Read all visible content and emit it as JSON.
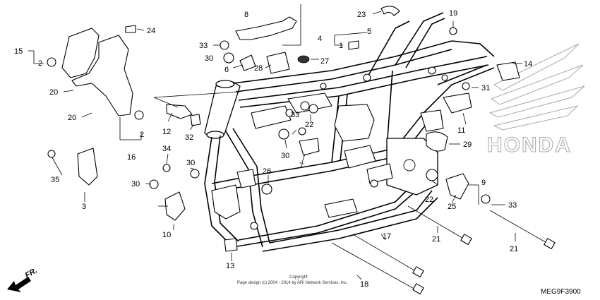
{
  "diagram_code": "MEG9F3900",
  "copyright_line1": "Copyright",
  "copyright_line2": "Page design (c) 2004 - 2014 by ARI Network Services, Inc.",
  "brand_watermark": "HONDA",
  "direction_label": "FR.",
  "callouts": [
    {
      "id": "c1",
      "text": "1"
    },
    {
      "id": "c2a",
      "text": "2"
    },
    {
      "id": "c2b",
      "text": "2"
    },
    {
      "id": "c3",
      "text": "3"
    },
    {
      "id": "c4",
      "text": "4"
    },
    {
      "id": "c5",
      "text": "5"
    },
    {
      "id": "c6",
      "text": "6"
    },
    {
      "id": "c7",
      "text": "7"
    },
    {
      "id": "c8",
      "text": "8"
    },
    {
      "id": "c9",
      "text": "9"
    },
    {
      "id": "c10",
      "text": "10"
    },
    {
      "id": "c11",
      "text": "11"
    },
    {
      "id": "c12",
      "text": "12"
    },
    {
      "id": "c13",
      "text": "13"
    },
    {
      "id": "c14",
      "text": "14"
    },
    {
      "id": "c15",
      "text": "15"
    },
    {
      "id": "c16",
      "text": "16"
    },
    {
      "id": "c17",
      "text": "17"
    },
    {
      "id": "c18",
      "text": "18"
    },
    {
      "id": "c19",
      "text": "19"
    },
    {
      "id": "c20a",
      "text": "20"
    },
    {
      "id": "c20b",
      "text": "20"
    },
    {
      "id": "c21a",
      "text": "21"
    },
    {
      "id": "c21b",
      "text": "21"
    },
    {
      "id": "c22a",
      "text": "22"
    },
    {
      "id": "c22b",
      "text": "22"
    },
    {
      "id": "c23",
      "text": "23"
    },
    {
      "id": "c24",
      "text": "24"
    },
    {
      "id": "c25",
      "text": "25"
    },
    {
      "id": "c26",
      "text": "26"
    },
    {
      "id": "c27",
      "text": "27"
    },
    {
      "id": "c28",
      "text": "28"
    },
    {
      "id": "c29",
      "text": "29"
    },
    {
      "id": "c30a",
      "text": "30"
    },
    {
      "id": "c30b",
      "text": "30"
    },
    {
      "id": "c30c",
      "text": "30"
    },
    {
      "id": "c30d",
      "text": "30"
    },
    {
      "id": "c31",
      "text": "31"
    },
    {
      "id": "c32",
      "text": "32"
    },
    {
      "id": "c33a",
      "text": "33"
    },
    {
      "id": "c33b",
      "text": "33"
    },
    {
      "id": "c33c",
      "text": "33"
    },
    {
      "id": "c34",
      "text": "34"
    },
    {
      "id": "c35",
      "text": "35"
    }
  ]
}
